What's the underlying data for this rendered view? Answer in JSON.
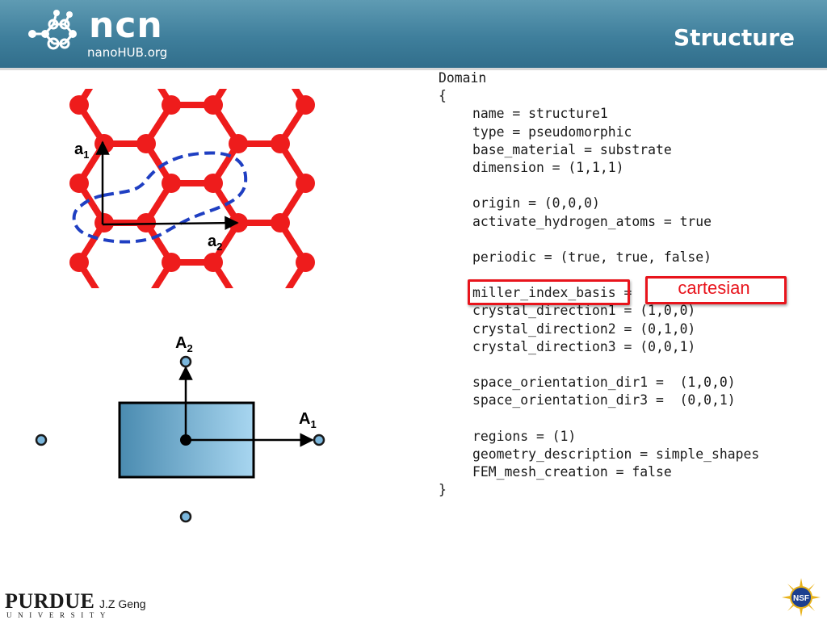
{
  "header": {
    "logo_text": "ncn",
    "logo_subtext": "nanoHUB.org",
    "title": "Structure"
  },
  "lattice": {
    "label_a1": "a",
    "label_a1_sub": "1",
    "label_a2": "a",
    "label_a2_sub": "2",
    "bond_color": "#ee1c1c",
    "cell_outline_color": "#1f3fc2"
  },
  "cell": {
    "label_A1": "A",
    "label_A1_sub": "1",
    "label_A2": "A",
    "label_A2_sub": "2",
    "box_color": "#6aa6c8"
  },
  "code": {
    "lines": [
      "Domain",
      "{",
      "name = structure1",
      "type = pseudomorphic",
      "base_material = substrate",
      "dimension = (1,1,1)",
      "",
      "origin = (0,0,0)",
      "activate_hydrogen_atoms = true",
      "",
      "periodic = (true, true, false)",
      "",
      "miller_index_basis =",
      "crystal_direction1 = (1,0,0)",
      "crystal_direction2 = (0,1,0)",
      "crystal_direction3 = (0,0,1)",
      "",
      "space_orientation_dir1 =  (1,0,0)",
      "space_orientation_dir3 =  (0,0,1)",
      "",
      "regions = (1)",
      "geometry_description = simple_shapes",
      "FEM_mesh_creation = false",
      "}"
    ],
    "highlight_value": "cartesian",
    "highlight_color": "#e8141c"
  },
  "footer": {
    "institution": "PURDUE",
    "institution_sub": "UNIVERSITY",
    "author": "J.Z Geng",
    "sponsor_badge": "NSF"
  }
}
